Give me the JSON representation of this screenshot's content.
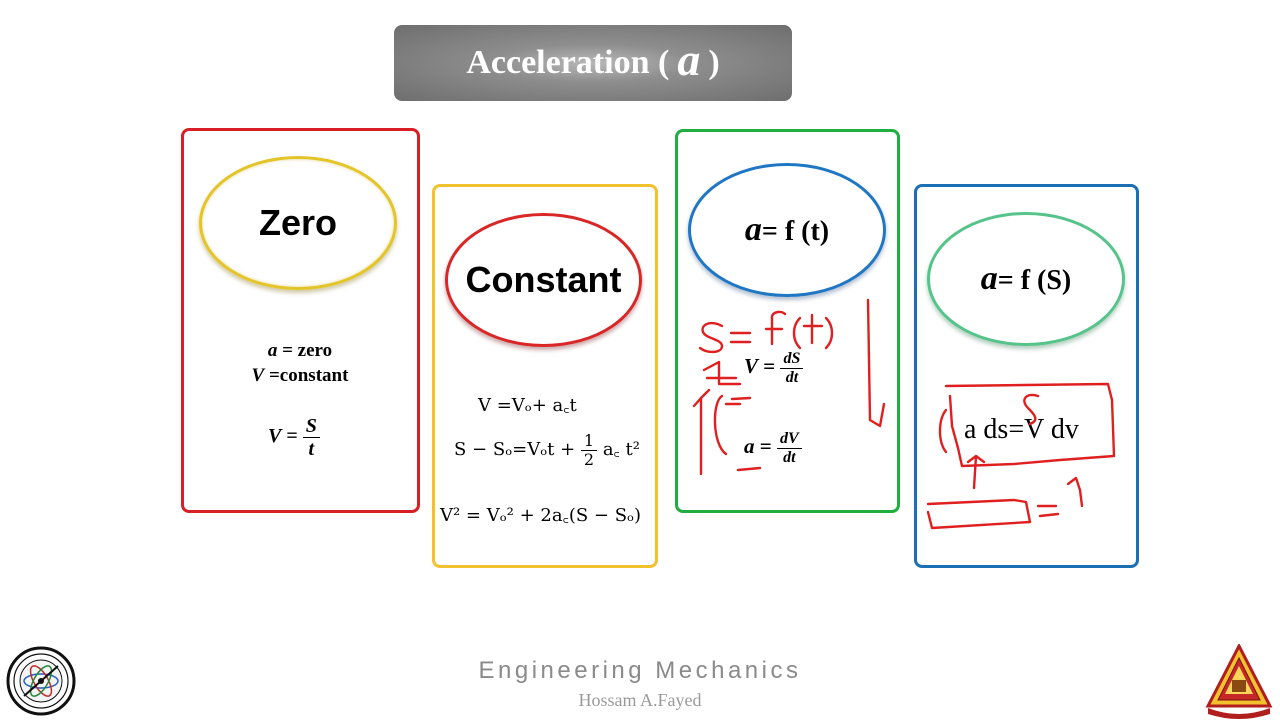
{
  "title": {
    "prefix": "Acceleration (",
    "symbol": "a",
    "suffix": ")"
  },
  "cards": {
    "zero": {
      "label": "Zero",
      "line1_sym": "a",
      "line1_text": " = zero",
      "line2_sym": "V",
      "line2_text": " =constant",
      "formula_lhs": "V",
      "formula_eq": " = ",
      "formula_num": "S",
      "formula_den": "t"
    },
    "constant": {
      "label": "Constant",
      "eq1": "V =Vₒ+ a꜀t",
      "eq2_left": "S − Sₒ=Vₒt + ",
      "eq2_num": "1",
      "eq2_den": "2",
      "eq2_right": " a꜀ t²",
      "eq3": "V² = Vₒ² + 2a꜀(S − Sₒ)"
    },
    "time": {
      "label_sym": "a",
      "label_text": "= f (t)",
      "v_lhs": "V",
      "v_eq": " = ",
      "v_num": "dS",
      "v_den": "dt",
      "a_lhs": "a",
      "a_eq": " = ",
      "a_num": "dV",
      "a_den": "dt"
    },
    "position": {
      "label_sym": "a",
      "label_text": "= f (S)",
      "equation": "a ds=V dv"
    }
  },
  "footer": {
    "course": "Engineering Mechanics",
    "author": "Hossam A.Fayed"
  },
  "colors": {
    "title_bg": "#8e8e8e",
    "zero_border": "#d81f26",
    "constant_border": "#f2c12e",
    "time_border": "#1fae3f",
    "position_border": "#1b6fb5",
    "ink": "#e02020"
  },
  "icons": {
    "left_logo": "faculty-logo-icon",
    "right_logo": "university-crest-icon"
  }
}
